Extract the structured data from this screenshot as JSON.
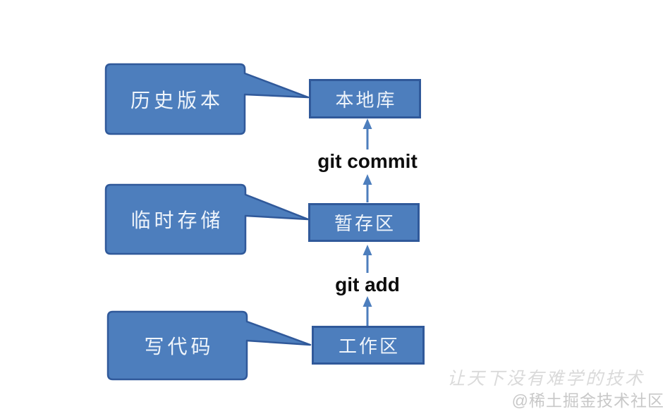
{
  "diagram": {
    "rows": [
      {
        "callout_label": "历史版本",
        "box_label": "本地库"
      },
      {
        "callout_label": "临时存储",
        "box_label": "暂存区"
      },
      {
        "callout_label": "写代码",
        "box_label": "工作区"
      }
    ],
    "arrows": [
      {
        "label": "git commit",
        "from": "暂存区",
        "to": "本地库",
        "direction": "up"
      },
      {
        "label": "git add",
        "from": "工作区",
        "to": "暂存区",
        "direction": "up"
      }
    ]
  },
  "watermark": {
    "slogan": "让天下没有难学的技术",
    "community": "@稀土掘金技术社区"
  },
  "colors": {
    "shape_fill": "#4d7ebd",
    "shape_border": "#30599a",
    "arrow": "#4d7ebd",
    "command_text": "#0d0d0d",
    "box_text": "#eef4fb",
    "watermark_slogan": "#dadada",
    "watermark_community": "#c8c8c8",
    "background": "#ffffff"
  }
}
